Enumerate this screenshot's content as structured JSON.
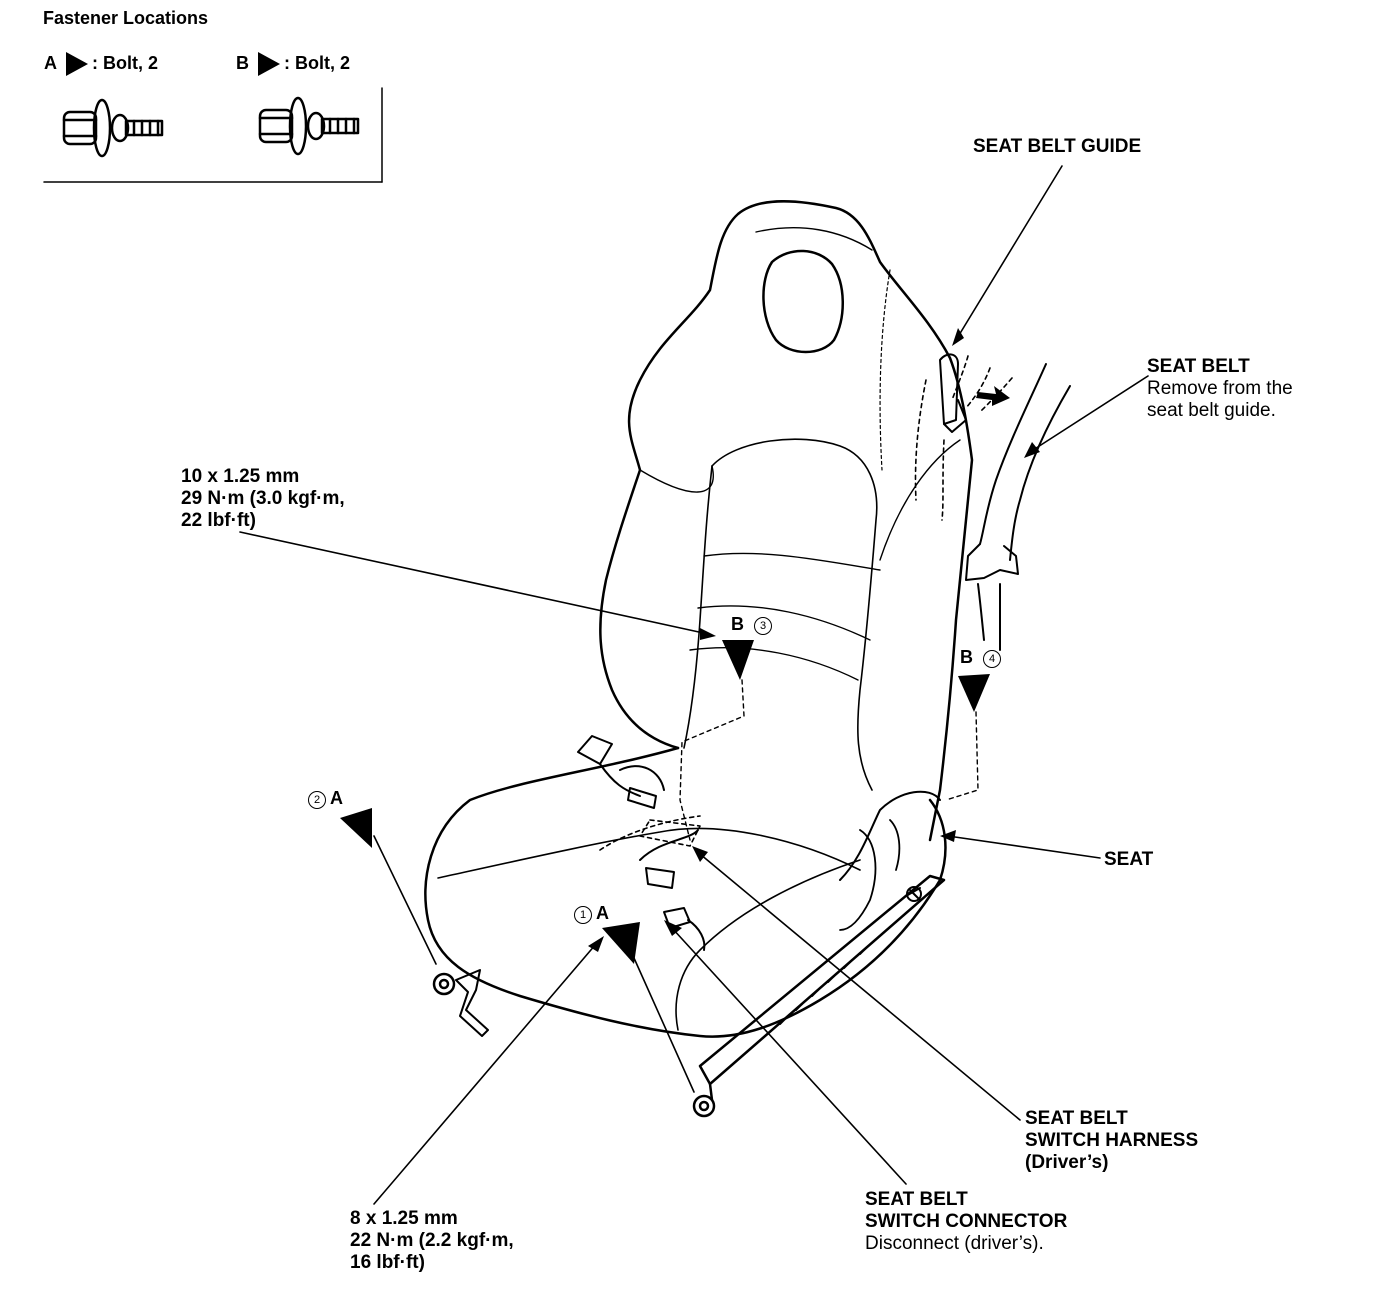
{
  "legend": {
    "title": "Fastener Locations",
    "a_letter": "A",
    "a_text": ": Bolt, 2",
    "b_letter": "B",
    "b_text": ": Bolt, 2"
  },
  "callouts": {
    "seat_belt_guide": "SEAT BELT GUIDE",
    "seat_belt_title": "SEAT BELT",
    "seat_belt_line1": "Remove from the",
    "seat_belt_line2": "seat belt guide.",
    "upper_bolt_line1": "10 x 1.25 mm",
    "upper_bolt_line2": "29 N·m (3.0 kgf·m,",
    "upper_bolt_line3": "22 lbf·ft)",
    "seat": "SEAT",
    "harness_line1": "SEAT BELT",
    "harness_line2": "SWITCH HARNESS",
    "harness_line3": "(Driver’s)",
    "connector_line1": "SEAT BELT",
    "connector_line2": "SWITCH CONNECTOR",
    "connector_line3": "Disconnect (driver’s).",
    "lower_bolt_line1": "8 x 1.25 mm",
    "lower_bolt_line2": "22 N·m (2.2 kgf·m,",
    "lower_bolt_line3": "16 lbf·ft)"
  },
  "markers": {
    "m1_num": "1",
    "m1_letter": "A",
    "m2_num": "2",
    "m2_letter": "A",
    "m3_letter": "B",
    "m3_num": "3",
    "m4_letter": "B",
    "m4_num": "4"
  }
}
